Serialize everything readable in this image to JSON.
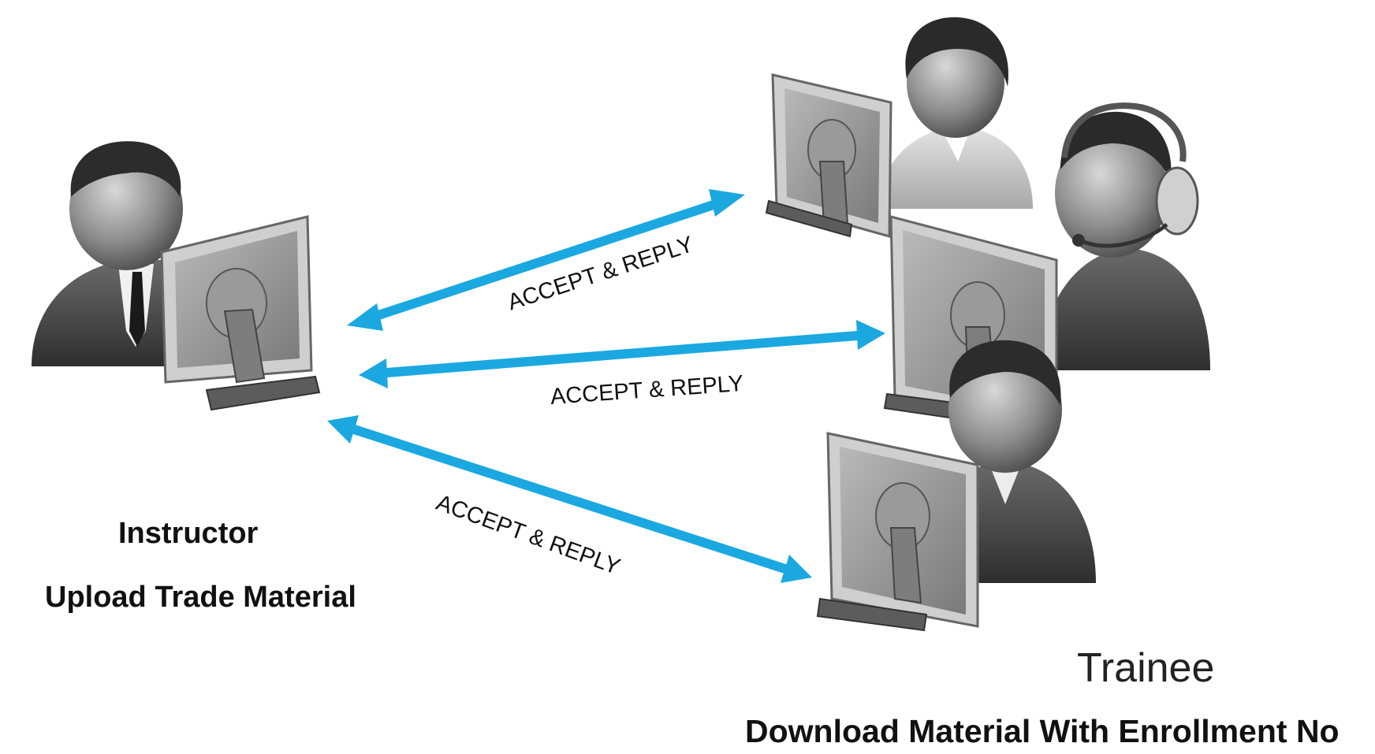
{
  "diagram": {
    "instructor": {
      "title": "Instructor",
      "subtitle": "Upload Trade Material"
    },
    "trainee": {
      "title": "Trainee",
      "subtitle": "Download Material With Enrollment No"
    },
    "arrows": [
      {
        "label": "ACCEPT & REPLY"
      },
      {
        "label": "ACCEPT & REPLY"
      },
      {
        "label": "ACCEPT & REPLY"
      }
    ],
    "colors": {
      "arrow": "#1ba8e0"
    }
  }
}
